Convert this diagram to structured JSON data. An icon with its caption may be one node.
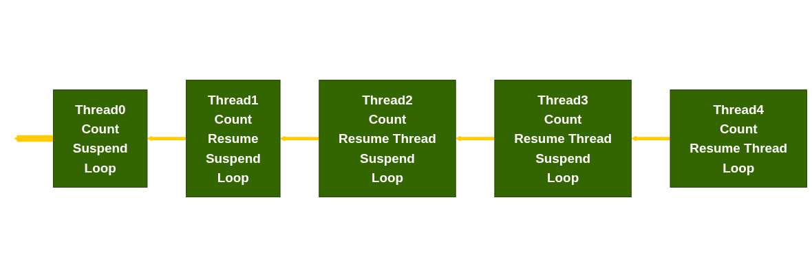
{
  "diagram": {
    "nodes": [
      {
        "text": [
          "Thread0",
          "Count",
          "Suspend",
          "Loop"
        ]
      },
      {
        "text": [
          "Thread1",
          "Count",
          "Resume",
          "Suspend",
          "Loop"
        ]
      },
      {
        "text": [
          "Thread2",
          "Count",
          "Resume Thread",
          "Suspend",
          "Loop"
        ]
      },
      {
        "text": [
          "Thread3",
          "Count",
          "Resume Thread",
          "Suspend",
          "Loop"
        ]
      },
      {
        "text": [
          "Thread4",
          "Count",
          "Resume Thread",
          "Loop"
        ]
      }
    ],
    "edges": [
      {
        "from": 1,
        "to": 0,
        "arrow": "to",
        "color": "#ffcc00"
      },
      {
        "from": 2,
        "to": 1,
        "arrow": "to",
        "color": "#ffcc00"
      },
      {
        "from": 3,
        "to": 2,
        "arrow": "to",
        "color": "#ffcc00"
      },
      {
        "from": 4,
        "to": 3,
        "arrow": "to",
        "color": "#ffcc00"
      },
      {
        "from": 0,
        "to": null,
        "arrow": "to",
        "style": "thick",
        "color": "#ffcc00"
      }
    ]
  }
}
